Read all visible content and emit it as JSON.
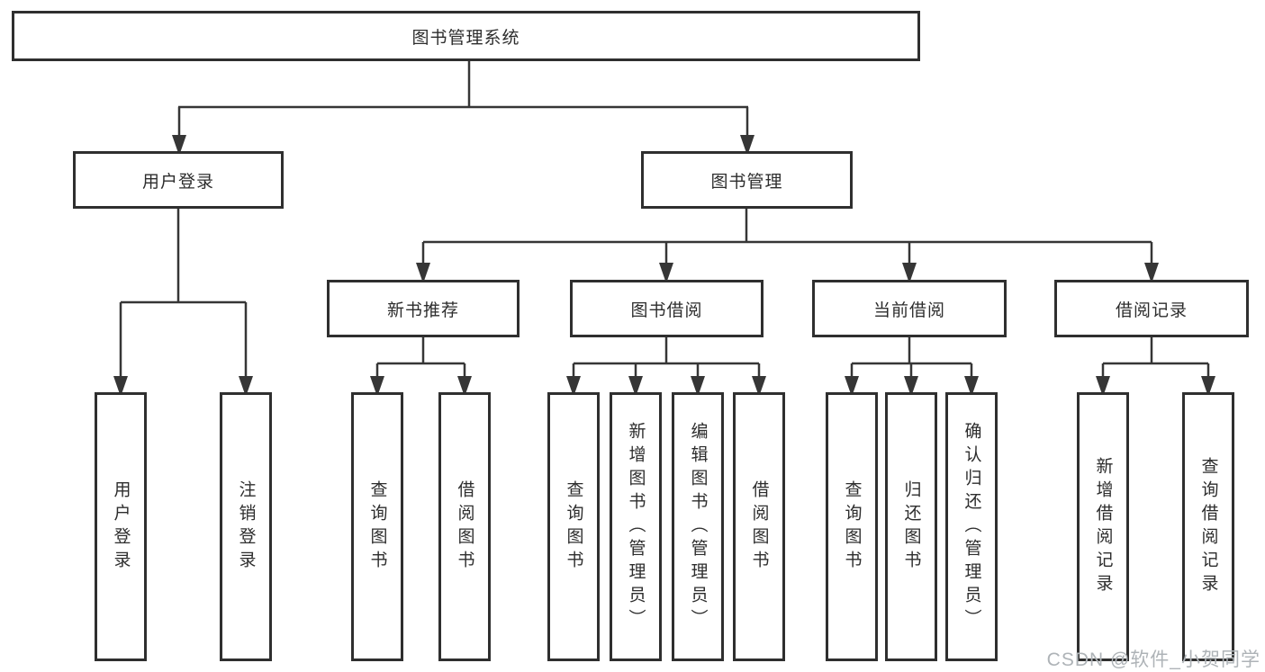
{
  "diagram": {
    "title_node": "图书管理系统",
    "root": {
      "label": "图书管理系统"
    },
    "branches": [
      {
        "label": "用户登录",
        "children": [
          {
            "label": "用户登录"
          },
          {
            "label": "注销登录"
          }
        ]
      },
      {
        "label": "图书管理",
        "children": [
          {
            "label": "新书推荐",
            "children": [
              {
                "label": "查询图书"
              },
              {
                "label": "借阅图书"
              }
            ]
          },
          {
            "label": "图书借阅",
            "children": [
              {
                "label": "查询图书"
              },
              {
                "label": "新增图书（管理员）"
              },
              {
                "label": "编辑图书（管理员）"
              },
              {
                "label": "借阅图书"
              }
            ]
          },
          {
            "label": "当前借阅",
            "children": [
              {
                "label": "查询图书"
              },
              {
                "label": "归还图书"
              },
              {
                "label": "确认归还（管理员）"
              }
            ]
          },
          {
            "label": "借阅记录",
            "children": [
              {
                "label": "新增借阅记录"
              },
              {
                "label": "查询借阅记录"
              }
            ]
          }
        ]
      }
    ],
    "watermark": "CSDN @软件_小贺同学",
    "colors": {
      "line": "#363636",
      "box_border": "#2f2f2f",
      "text": "#2d2d2d",
      "watermark": "#aeb3b7",
      "background": "#ffffff"
    }
  }
}
